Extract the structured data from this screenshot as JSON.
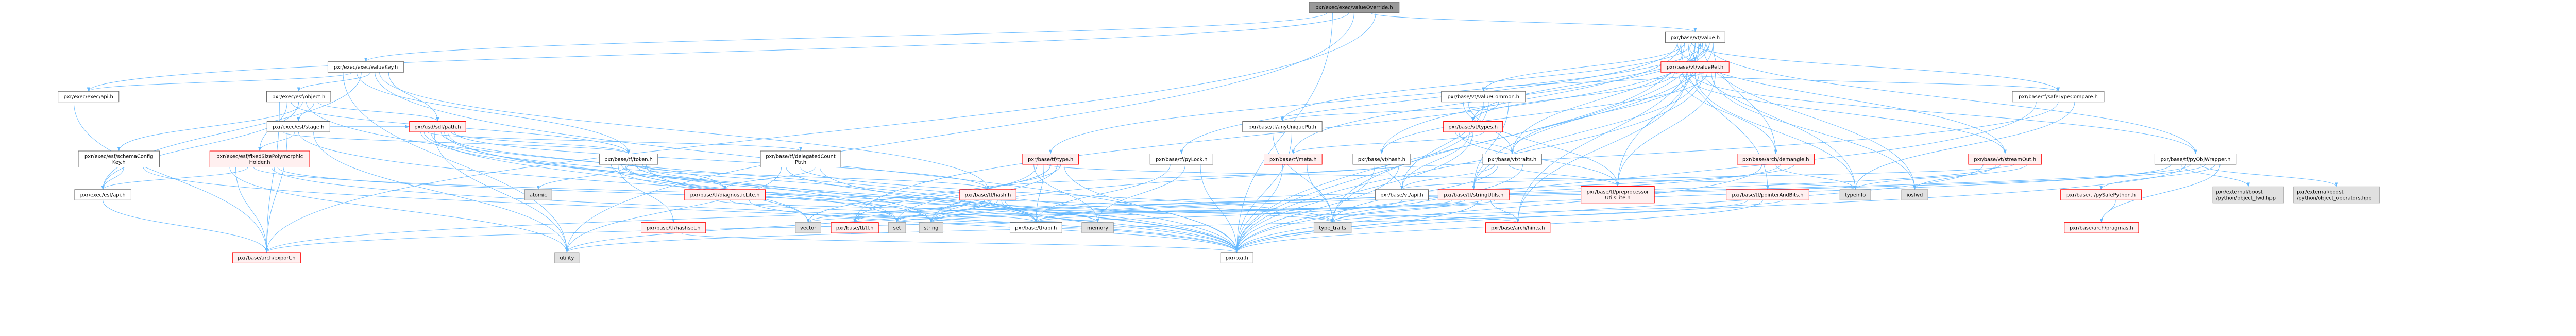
{
  "title": "pxr/exec/exec/valueOverride.h include dependency graph",
  "colors": {
    "edge": "#63b8ff",
    "root_fill": "#999999",
    "red_border": "#ff0000",
    "red_fill": "#fff0f0",
    "gray_fill": "#e0e0e0"
  },
  "nodes": [
    {
      "id": "valueOverride",
      "kind": "root",
      "lines": [
        "pxr/exec/exec/valueOverride.h"
      ]
    },
    {
      "id": "value",
      "kind": "white",
      "lines": [
        "pxr/base/vt/value.h"
      ]
    },
    {
      "id": "valueKey",
      "kind": "white",
      "lines": [
        "pxr/exec/exec/valueKey.h"
      ]
    },
    {
      "id": "valueRef",
      "kind": "red",
      "lines": [
        "pxr/base/vt/valueRef.h"
      ]
    },
    {
      "id": "execApi",
      "kind": "white",
      "lines": [
        "pxr/exec/exec/api.h"
      ]
    },
    {
      "id": "esfObject",
      "kind": "white",
      "lines": [
        "pxr/exec/esf/object.h"
      ]
    },
    {
      "id": "valueCommon",
      "kind": "white",
      "lines": [
        "pxr/base/vt/valueCommon.h"
      ]
    },
    {
      "id": "safeTypeCompare",
      "kind": "white",
      "lines": [
        "pxr/base/tf/safeTypeCompare.h"
      ]
    },
    {
      "id": "esfStage",
      "kind": "white",
      "lines": [
        "pxr/exec/esf/stage.h"
      ]
    },
    {
      "id": "sdfPath",
      "kind": "red",
      "lines": [
        "pxr/usd/sdf/path.h"
      ]
    },
    {
      "id": "anyUniquePtr",
      "kind": "white",
      "lines": [
        "pxr/base/tf/anyUniquePtr.h"
      ]
    },
    {
      "id": "vtTypes",
      "kind": "red",
      "lines": [
        "pxr/base/vt/types.h"
      ]
    },
    {
      "id": "schemaConfigKey",
      "kind": "white",
      "lines": [
        "pxr/exec/esf/schemaConfig",
        "Key.h"
      ]
    },
    {
      "id": "fsph",
      "kind": "red",
      "lines": [
        "pxr/exec/esf/fixedSizePolymorphic",
        "Holder.h"
      ]
    },
    {
      "id": "delegatedCountPtr",
      "kind": "white",
      "lines": [
        "pxr/base/tf/delegatedCount",
        "Ptr.h"
      ]
    },
    {
      "id": "token",
      "kind": "white",
      "lines": [
        "pxr/base/tf/token.h"
      ]
    },
    {
      "id": "tfType",
      "kind": "red",
      "lines": [
        "pxr/base/tf/type.h"
      ]
    },
    {
      "id": "pyLock",
      "kind": "white",
      "lines": [
        "pxr/base/tf/pyLock.h"
      ]
    },
    {
      "id": "meta",
      "kind": "red",
      "lines": [
        "pxr/base/tf/meta.h"
      ]
    },
    {
      "id": "vtHash",
      "kind": "white",
      "lines": [
        "pxr/base/vt/hash.h"
      ]
    },
    {
      "id": "traits",
      "kind": "white",
      "lines": [
        "pxr/base/vt/traits.h"
      ]
    },
    {
      "id": "demangle",
      "kind": "red",
      "lines": [
        "pxr/base/arch/demangle.h"
      ]
    },
    {
      "id": "streamOut",
      "kind": "red",
      "lines": [
        "pxr/base/vt/streamOut.h"
      ]
    },
    {
      "id": "pyObjWrapper",
      "kind": "white",
      "lines": [
        "pxr/base/tf/pyObjWrapper.h"
      ]
    },
    {
      "id": "esfApi",
      "kind": "white",
      "lines": [
        "pxr/exec/esf/api.h"
      ]
    },
    {
      "id": "atomic",
      "kind": "gray",
      "lines": [
        "atomic"
      ]
    },
    {
      "id": "diagnosticLite",
      "kind": "red",
      "lines": [
        "pxr/base/tf/diagnosticLite.h"
      ]
    },
    {
      "id": "tfHash",
      "kind": "red",
      "lines": [
        "pxr/base/tf/hash.h"
      ]
    },
    {
      "id": "vtApi",
      "kind": "white",
      "lines": [
        "pxr/base/vt/api.h"
      ]
    },
    {
      "id": "stringUtils",
      "kind": "red",
      "lines": [
        "pxr/base/tf/stringUtils.h"
      ]
    },
    {
      "id": "ppUtilsLite",
      "kind": "red",
      "lines": [
        "pxr/base/tf/preprocessor",
        "UtilsLite.h"
      ]
    },
    {
      "id": "pointerAndBits",
      "kind": "red",
      "lines": [
        "pxr/base/tf/pointerAndBits.h"
      ]
    },
    {
      "id": "typeinfo",
      "kind": "gray",
      "lines": [
        "typeinfo"
      ]
    },
    {
      "id": "iosfwd",
      "kind": "gray",
      "lines": [
        "iosfwd"
      ]
    },
    {
      "id": "pySafePython",
      "kind": "red",
      "lines": [
        "pxr/base/tf/pySafePython.h"
      ]
    },
    {
      "id": "objectFwd",
      "kind": "gray",
      "lines": [
        "pxr/external/boost",
        "/python/object_fwd.hpp"
      ]
    },
    {
      "id": "objectOps",
      "kind": "gray",
      "lines": [
        "pxr/external/boost",
        "/python/object_operators.hpp"
      ]
    },
    {
      "id": "hashset",
      "kind": "red",
      "lines": [
        "pxr/base/tf/hashset.h"
      ]
    },
    {
      "id": "vector",
      "kind": "gray",
      "lines": [
        "vector"
      ]
    },
    {
      "id": "tfTf",
      "kind": "red",
      "lines": [
        "pxr/base/tf/tf.h"
      ]
    },
    {
      "id": "set",
      "kind": "gray",
      "lines": [
        "set"
      ]
    },
    {
      "id": "string",
      "kind": "gray",
      "lines": [
        "string"
      ]
    },
    {
      "id": "tfApi",
      "kind": "white",
      "lines": [
        "pxr/base/tf/api.h"
      ]
    },
    {
      "id": "memory",
      "kind": "gray",
      "lines": [
        "memory"
      ]
    },
    {
      "id": "typeTraits",
      "kind": "gray",
      "lines": [
        "type_traits"
      ]
    },
    {
      "id": "hints",
      "kind": "red",
      "lines": [
        "pxr/base/arch/hints.h"
      ]
    },
    {
      "id": "pragmas",
      "kind": "red",
      "lines": [
        "pxr/base/arch/pragmas.h"
      ]
    },
    {
      "id": "export",
      "kind": "red",
      "lines": [
        "pxr/base/arch/export.h"
      ]
    },
    {
      "id": "utility",
      "kind": "gray",
      "lines": [
        "utility"
      ]
    },
    {
      "id": "pxr",
      "kind": "white",
      "lines": [
        "pxr/pxr.h"
      ]
    }
  ],
  "edges": [
    [
      "valueOverride",
      "valueKey"
    ],
    [
      "valueOverride",
      "execApi"
    ],
    [
      "valueOverride",
      "value"
    ],
    [
      "valueOverride",
      "pxr"
    ],
    [
      "valueOverride",
      "utility"
    ],
    [
      "valueOverride",
      "export"
    ],
    [
      "valueKey",
      "execApi"
    ],
    [
      "valueKey",
      "esfObject"
    ],
    [
      "valueKey",
      "sdfPath"
    ],
    [
      "valueKey",
      "token"
    ],
    [
      "valueKey",
      "pxr"
    ],
    [
      "valueKey",
      "utility"
    ],
    [
      "valueKey",
      "esfApi"
    ],
    [
      "valueKey",
      "tfHash"
    ],
    [
      "execApi",
      "export"
    ],
    [
      "esfObject",
      "esfApi"
    ],
    [
      "esfObject",
      "esfStage"
    ],
    [
      "esfObject",
      "fsph"
    ],
    [
      "esfObject",
      "schemaConfigKey"
    ],
    [
      "esfObject",
      "sdfPath"
    ],
    [
      "esfObject",
      "token"
    ],
    [
      "esfObject",
      "pxr"
    ],
    [
      "esfObject",
      "export"
    ],
    [
      "esfStage",
      "fsph"
    ],
    [
      "esfStage",
      "sdfPath"
    ],
    [
      "esfStage",
      "token"
    ],
    [
      "esfStage",
      "pxr"
    ],
    [
      "esfStage",
      "utility"
    ],
    [
      "esfStage",
      "export"
    ],
    [
      "schemaConfigKey",
      "esfApi"
    ],
    [
      "schemaConfigKey",
      "pxr"
    ],
    [
      "fsph",
      "esfApi"
    ],
    [
      "fsph",
      "pxr"
    ],
    [
      "fsph",
      "utility"
    ],
    [
      "fsph",
      "typeTraits"
    ],
    [
      "fsph",
      "memory"
    ],
    [
      "fsph",
      "export"
    ],
    [
      "esfApi",
      "export"
    ],
    [
      "sdfPath",
      "token"
    ],
    [
      "sdfPath",
      "delegatedCountPtr"
    ],
    [
      "sdfPath",
      "diagnosticLite"
    ],
    [
      "sdfPath",
      "tfHash"
    ],
    [
      "sdfPath",
      "vector"
    ],
    [
      "sdfPath",
      "set"
    ],
    [
      "sdfPath",
      "string"
    ],
    [
      "sdfPath",
      "utility"
    ],
    [
      "sdfPath",
      "pxr"
    ],
    [
      "sdfPath",
      "tfApi"
    ],
    [
      "token",
      "atomic"
    ],
    [
      "token",
      "diagnosticLite"
    ],
    [
      "token",
      "hashset"
    ],
    [
      "token",
      "tfHash"
    ],
    [
      "token",
      "vector"
    ],
    [
      "token",
      "string"
    ],
    [
      "token",
      "tfApi"
    ],
    [
      "token",
      "pxr"
    ],
    [
      "token",
      "set"
    ],
    [
      "delegatedCountPtr",
      "diagnosticLite"
    ],
    [
      "delegatedCountPtr",
      "utility"
    ],
    [
      "delegatedCountPtr",
      "typeTraits"
    ],
    [
      "delegatedCountPtr",
      "pxr"
    ],
    [
      "delegatedCountPtr",
      "tfApi"
    ],
    [
      "diagnosticLite",
      "tfApi"
    ],
    [
      "diagnosticLite",
      "pxr"
    ],
    [
      "diagnosticLite",
      "hints"
    ],
    [
      "hashset",
      "pxr"
    ],
    [
      "tfHash",
      "tfTf"
    ],
    [
      "tfHash",
      "string"
    ],
    [
      "tfHash",
      "set"
    ],
    [
      "tfHash",
      "vector"
    ],
    [
      "tfHash",
      "memory"
    ],
    [
      "tfHash",
      "tfApi"
    ],
    [
      "tfHash",
      "typeTraits"
    ],
    [
      "tfHash",
      "utility"
    ],
    [
      "tfHash",
      "pxr"
    ],
    [
      "tfType",
      "tfApi"
    ],
    [
      "tfType",
      "string"
    ],
    [
      "tfType",
      "memory"
    ],
    [
      "tfType",
      "typeinfo"
    ],
    [
      "tfType",
      "vector"
    ],
    [
      "tfType",
      "set"
    ],
    [
      "tfType",
      "tfTf"
    ],
    [
      "tfType",
      "pxr"
    ],
    [
      "pyLock",
      "tfApi"
    ],
    [
      "pyLock",
      "memory"
    ],
    [
      "pyLock",
      "pxr"
    ],
    [
      "value",
      "valueRef"
    ],
    [
      "value",
      "tfType"
    ],
    [
      "value",
      "pyLock"
    ],
    [
      "value",
      "anyUniquePtr"
    ],
    [
      "value",
      "meta"
    ],
    [
      "value",
      "vtHash"
    ],
    [
      "value",
      "traits"
    ],
    [
      "value",
      "vtTypes"
    ],
    [
      "value",
      "valueCommon"
    ],
    [
      "value",
      "stringUtils"
    ],
    [
      "value",
      "demangle"
    ],
    [
      "value",
      "typeinfo"
    ],
    [
      "value",
      "iosfwd"
    ],
    [
      "value",
      "streamOut"
    ],
    [
      "value",
      "safeTypeCompare"
    ],
    [
      "value",
      "pyObjWrapper"
    ],
    [
      "value",
      "pointerAndBits"
    ],
    [
      "value",
      "hints"
    ],
    [
      "value",
      "tfTf"
    ],
    [
      "value",
      "pxr"
    ],
    [
      "value",
      "ppUtilsLite"
    ],
    [
      "value",
      "typeTraits"
    ],
    [
      "valueRef",
      "value"
    ],
    [
      "valueRef",
      "valueCommon"
    ],
    [
      "valueRef",
      "vtTypes"
    ],
    [
      "valueRef",
      "traits"
    ],
    [
      "valueRef",
      "vtHash"
    ],
    [
      "valueRef",
      "demangle"
    ],
    [
      "valueRef",
      "typeinfo"
    ],
    [
      "valueRef",
      "iosfwd"
    ],
    [
      "valueRef",
      "streamOut"
    ],
    [
      "valueRef",
      "stringUtils"
    ],
    [
      "valueRef",
      "ppUtilsLite"
    ],
    [
      "valueRef",
      "hints"
    ],
    [
      "valueRef",
      "pxr"
    ],
    [
      "valueRef",
      "safeTypeCompare"
    ],
    [
      "valueRef",
      "pyObjWrapper"
    ],
    [
      "valueCommon",
      "vtTypes"
    ],
    [
      "valueCommon",
      "traits"
    ],
    [
      "valueCommon",
      "vtApi"
    ],
    [
      "valueCommon",
      "anyUniquePtr"
    ],
    [
      "valueCommon",
      "ppUtilsLite"
    ],
    [
      "valueCommon",
      "pxr"
    ],
    [
      "valueCommon",
      "stringUtils"
    ],
    [
      "anyUniquePtr",
      "typeTraits"
    ],
    [
      "anyUniquePtr",
      "pxr"
    ],
    [
      "vtTypes",
      "traits"
    ],
    [
      "vtTypes",
      "vtApi"
    ],
    [
      "vtTypes",
      "meta"
    ],
    [
      "vtTypes",
      "ppUtilsLite"
    ],
    [
      "vtTypes",
      "pxr"
    ],
    [
      "meta",
      "typeTraits"
    ],
    [
      "meta",
      "pxr"
    ],
    [
      "vtHash",
      "vtApi"
    ],
    [
      "vtHash",
      "pxr"
    ],
    [
      "vtHash",
      "typeTraits"
    ],
    [
      "vtHash",
      "tfHash"
    ],
    [
      "traits",
      "vtApi"
    ],
    [
      "traits",
      "ppUtilsLite"
    ],
    [
      "traits",
      "pxr"
    ],
    [
      "traits",
      "typeTraits"
    ],
    [
      "vtApi",
      "export"
    ],
    [
      "stringUtils",
      "hints"
    ],
    [
      "stringUtils",
      "typeTraits"
    ],
    [
      "stringUtils",
      "pxr"
    ],
    [
      "stringUtils",
      "string"
    ],
    [
      "stringUtils",
      "set"
    ],
    [
      "stringUtils",
      "vector"
    ],
    [
      "stringUtils",
      "tfApi"
    ],
    [
      "pointerAndBits",
      "pxr"
    ],
    [
      "pointerAndBits",
      "typeTraits"
    ],
    [
      "pointerAndBits",
      "utility"
    ],
    [
      "demangle",
      "typeinfo"
    ],
    [
      "demangle",
      "string"
    ],
    [
      "demangle",
      "pxr"
    ],
    [
      "demangle",
      "export"
    ],
    [
      "streamOut",
      "typeinfo"
    ],
    [
      "streamOut",
      "iosfwd"
    ],
    [
      "streamOut",
      "vtApi"
    ],
    [
      "streamOut",
      "pxr"
    ],
    [
      "streamOut",
      "tfApi"
    ],
    [
      "safeTypeCompare",
      "typeinfo"
    ],
    [
      "safeTypeCompare",
      "pxr"
    ],
    [
      "safeTypeCompare",
      "string"
    ],
    [
      "pyObjWrapper",
      "pySafePython"
    ],
    [
      "pyObjWrapper",
      "objectFwd"
    ],
    [
      "pyObjWrapper",
      "objectOps"
    ],
    [
      "pyObjWrapper",
      "pragmas"
    ],
    [
      "pyObjWrapper",
      "pxr"
    ],
    [
      "pyObjWrapper",
      "tfApi"
    ],
    [
      "pyObjWrapper",
      "typeTraits"
    ],
    [
      "pyObjWrapper",
      "string"
    ],
    [
      "pySafePython",
      "pragmas"
    ]
  ]
}
